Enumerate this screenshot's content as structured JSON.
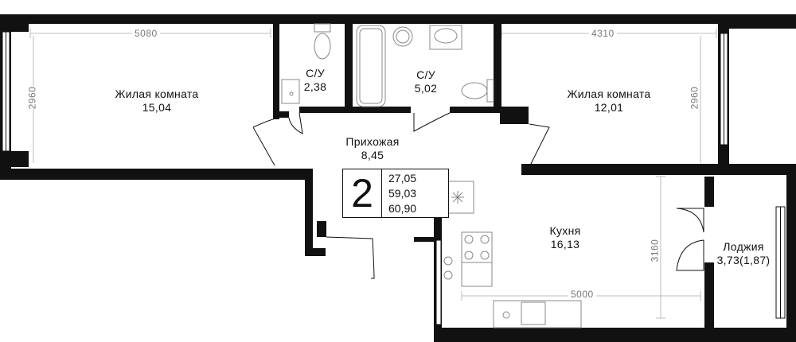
{
  "apartment": {
    "rooms_count": "2",
    "areas": [
      "27,05",
      "59,03",
      "60,90"
    ]
  },
  "rooms": [
    {
      "name": "Жилая комната",
      "area": "15,04"
    },
    {
      "name": "С/У",
      "area": "2,38"
    },
    {
      "name": "С/У",
      "area": "5,02"
    },
    {
      "name": "Жилая комната",
      "area": "12,01"
    },
    {
      "name": "Прихожая",
      "area": "8,45"
    },
    {
      "name": "Кухня",
      "area": "16,13"
    },
    {
      "name": "Лоджия",
      "area": "3,73(1,87)"
    }
  ],
  "dimensions": {
    "room1_width": "5080",
    "room1_depth": "2960",
    "room2_width": "4310",
    "room2_depth": "2960",
    "kitchen_width": "5000",
    "kitchen_depth": "3160"
  },
  "colors": {
    "wall": "#111111",
    "dim_line": "#999999",
    "fixture": "#888888"
  }
}
